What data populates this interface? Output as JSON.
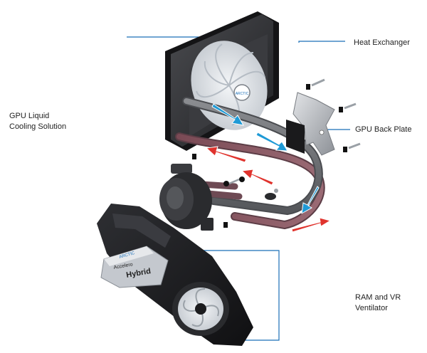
{
  "labels": {
    "heat_exchanger": "Heat Exchanger",
    "gpu_back_plate": "GPU Back Plate",
    "gpu_liquid_cooling": "GPU Liquid\nCooling Solution",
    "ram_vr_ventilator": "RAM and VR\nVentilator"
  },
  "product_text": {
    "brand": "ARCTIC",
    "model_line1": "Accelero",
    "model_line2": "Hybrid"
  },
  "colors": {
    "callout_line": "#1a6fb8",
    "hot_arrow": "#e0332d",
    "cold_arrow": "#1e9ad6",
    "hose": "#6d6e72",
    "radiator": "#2b2c2f",
    "shroud": "#1c1c1e"
  }
}
